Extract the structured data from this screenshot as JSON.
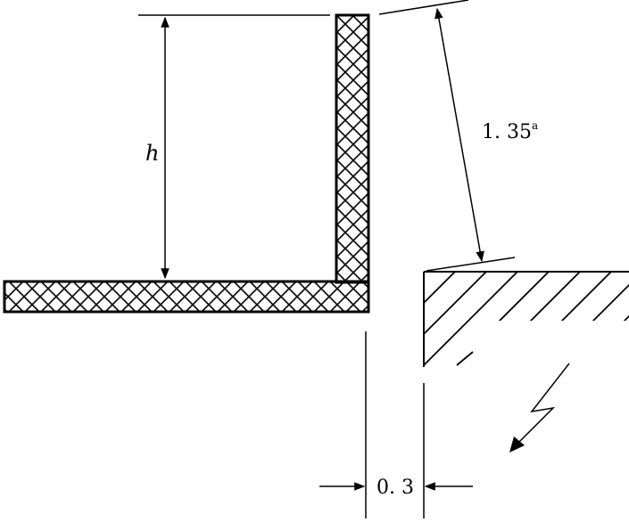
{
  "labels": {
    "height": "h",
    "slant_distance": "1. 35",
    "slant_superscript": "a",
    "gap": "0. 3"
  },
  "colors": {
    "ink": "#000000",
    "background": "#ffffff"
  },
  "icons": {
    "hatch_crosshatch": "crosshatch-pattern",
    "hatch_ground": "diagonal-hatch-pattern",
    "lightning": "lightning-bolt-icon"
  }
}
